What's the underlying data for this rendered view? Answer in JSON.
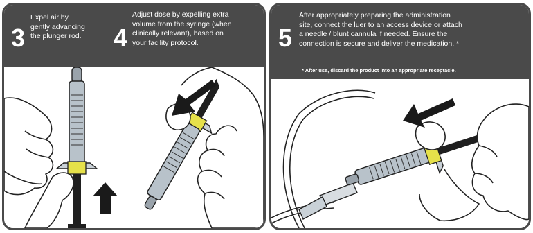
{
  "colors": {
    "header_bg": "#4a4a4a",
    "text": "#ffffff",
    "highlight": "#e6e14a",
    "outline": "#222222"
  },
  "steps": [
    {
      "number": "3",
      "text": [
        "Expel air by",
        "gently advancing",
        "the plunger rod."
      ]
    },
    {
      "number": "4",
      "text": [
        "Adjust dose by expelling extra",
        "volume from the syringe (when",
        "clinically relevant), based on",
        "your facility protocol."
      ]
    },
    {
      "number": "5",
      "text": [
        "After appropriately preparing the administration",
        "site, connect the luer to an access device or attach",
        "a needle / blunt cannula if needed.  Ensure the",
        "connection is secure and deliver the medication. *"
      ],
      "note": "* After use, discard the product into an appropriate receptacle."
    }
  ],
  "icons": [
    "arrow-up-icon",
    "arrow-down-left-icon",
    "arrow-left-icon"
  ]
}
